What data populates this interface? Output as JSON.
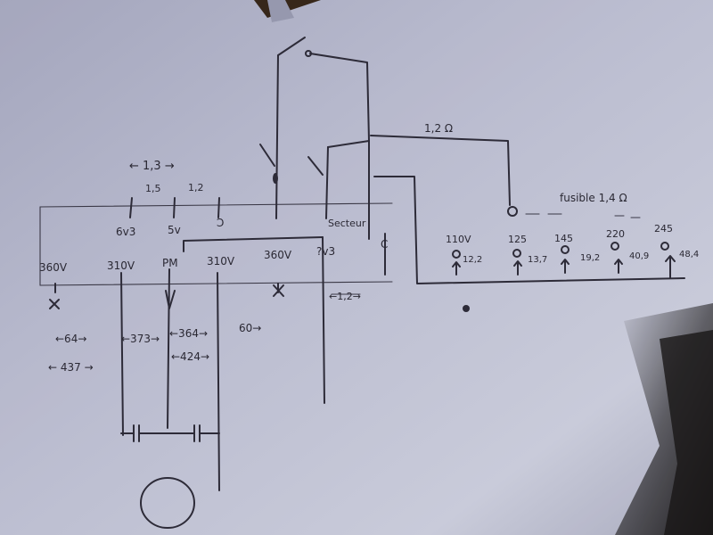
{
  "top": {
    "range_a": "← 1,3 →",
    "v1_5": "1,5",
    "v1_2": "1,2",
    "res_top": "1,2 Ω",
    "fusible": "fusible 1,4 Ω"
  },
  "upper_rail": {
    "label_6v3": "6v3",
    "label_5v": "5v",
    "label_d": "Ɔ",
    "label_secteur": "Secteur",
    "label_c": "C"
  },
  "lower_rail": {
    "label_360_left": "360V",
    "label_310_left": "310V",
    "label_pm": "PM",
    "label_310_right": "310V",
    "label_360_right": "360V",
    "label_v3": "?v3",
    "label_12_right": "←1,2→"
  },
  "taps": [
    {
      "voltage": "110V",
      "value": "12,2"
    },
    {
      "voltage": "125",
      "value": "13,7"
    },
    {
      "voltage": "145",
      "value": "19,2"
    },
    {
      "voltage": "220",
      "value": "40,9"
    },
    {
      "voltage": "245",
      "value": "48,4"
    }
  ],
  "measurements": {
    "m64": "←64→",
    "m373": "←373→",
    "m364": "←364→",
    "m60": "60→",
    "m437": "← 437 →",
    "m424": "←424→"
  }
}
